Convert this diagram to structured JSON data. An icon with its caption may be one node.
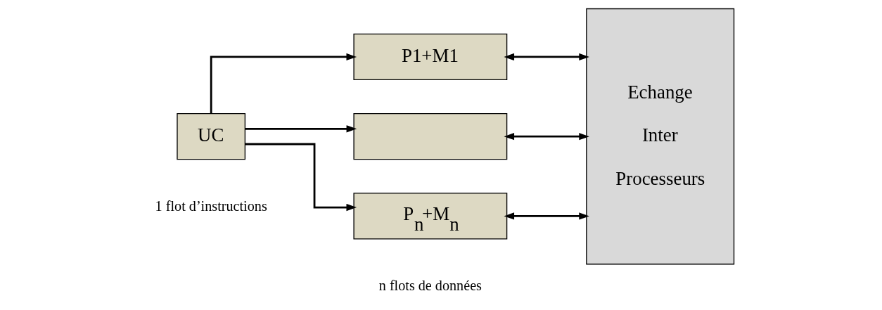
{
  "diagram": {
    "nodes": [
      {
        "text": [
          "UC"
        ]
      },
      {
        "text": [
          "P1+M1"
        ]
      },
      {
        "text": [],
        "shape": "box"
      },
      {
        "text": [
          "P$_{n}$+M$_{n}$"
        ]
      },
      {
        "text": [
          "Echange Inter Processeurs"
        ]
      }
    ],
    "edges": [
      {
        "from": 0,
        "to": 1,
        "arrow": "to"
      },
      {
        "from": 0,
        "to": 2,
        "arrow": "to"
      },
      {
        "from": 0,
        "to": 3,
        "arrow": "to"
      },
      {
        "from": 1,
        "to": 4,
        "arrow": "both"
      },
      {
        "from": 2,
        "to": 4,
        "arrow": "both"
      },
      {
        "from": 3,
        "to": 4,
        "arrow": "both"
      }
    ],
    "labels": [
      "1 flot d’instructions",
      "n flots de données"
    ]
  }
}
